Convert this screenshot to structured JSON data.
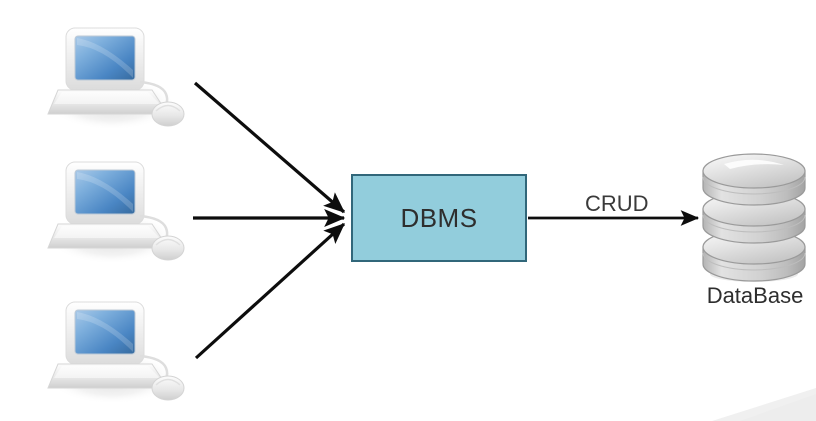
{
  "diagram": {
    "title": "DBMS client-server architecture diagram",
    "background_color": "#ffffff",
    "nodes": {
      "dbms": {
        "label": "DBMS",
        "fill_color": "#92cddc",
        "border_color": "#31677a",
        "text_color": "#2e2e2e"
      },
      "database": {
        "label": "DataBase",
        "icon": "database-cylinder-icon",
        "text_color": "#2e2e2e",
        "disc_count": 3
      },
      "clients": [
        {
          "icon": "laptop-computer-icon",
          "label": ""
        },
        {
          "icon": "laptop-computer-icon",
          "label": ""
        },
        {
          "icon": "laptop-computer-icon",
          "label": ""
        }
      ]
    },
    "edges": {
      "client_to_dbms": {
        "count": 3,
        "label": "",
        "color": "#0d0d0d",
        "arrowhead": "filled-triangle"
      },
      "dbms_to_database": {
        "label": "CRUD",
        "color": "#0d0d0d",
        "arrowhead": "filled-triangle",
        "label_color": "#3a3a3a"
      }
    },
    "decor": {
      "corner_wedge_color": "#f0f0f0"
    }
  }
}
